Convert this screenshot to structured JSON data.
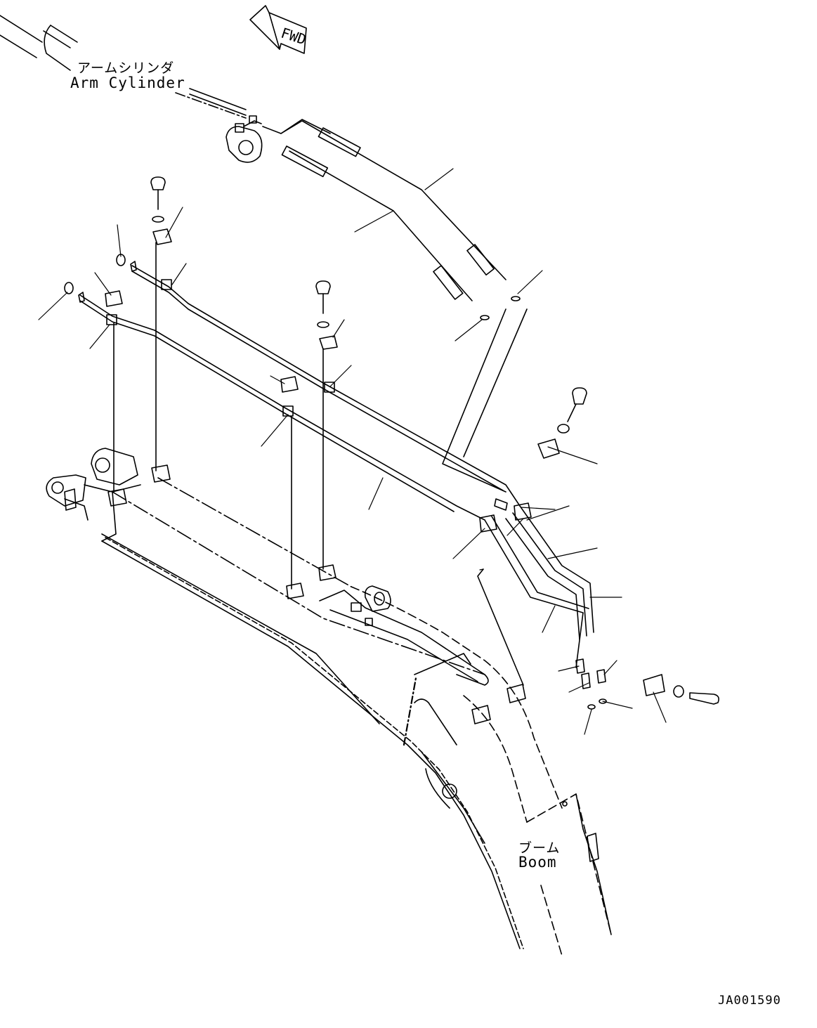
{
  "labels": {
    "arm_cylinder_ja": "アームシリンダ",
    "arm_cylinder_en": "Arm Cylinder",
    "boom_ja": "ブーム",
    "boom_en": "Boom",
    "fwd": "FWD",
    "drawing_code": "JA001590"
  },
  "colors": {
    "line": "#000000",
    "background": "#ffffff"
  }
}
